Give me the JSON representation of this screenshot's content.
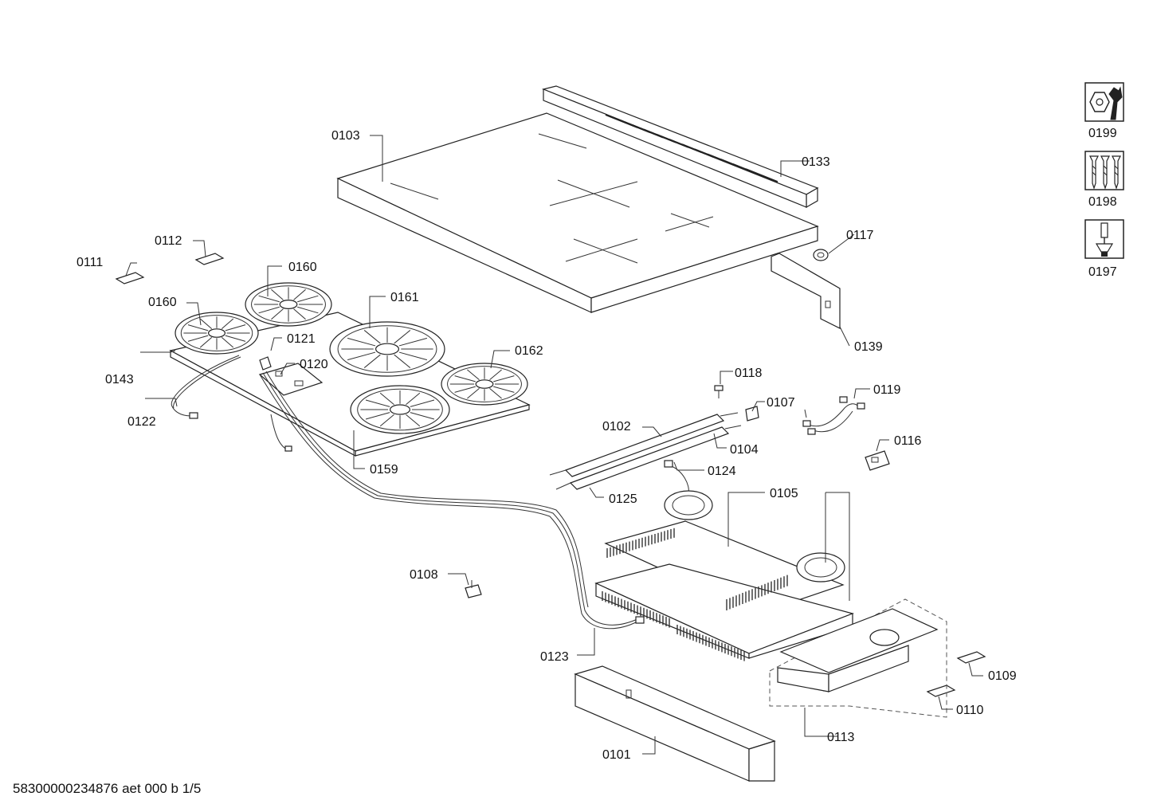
{
  "footer": {
    "doc_id": "58300000234876 aet 000 b 1/5"
  },
  "callouts": {
    "c0101": "0101",
    "c0102": "0102",
    "c0103": "0103",
    "c0104": "0104",
    "c0105": "0105",
    "c0107": "0107",
    "c0108": "0108",
    "c0109": "0109",
    "c0110": "0110",
    "c0111": "0111",
    "c0112": "0112",
    "c0113": "0113",
    "c0116": "0116",
    "c0117": "0117",
    "c0118": "0118",
    "c0119": "0119",
    "c0120": "0120",
    "c0121": "0121",
    "c0122": "0122",
    "c0123": "0123",
    "c0124": "0124",
    "c0125": "0125",
    "c0133": "0133",
    "c0139": "0139",
    "c0143": "0143",
    "c0159": "0159",
    "c0160a": "0160",
    "c0160b": "0160",
    "c0161": "0161",
    "c0162": "0162"
  },
  "legend": [
    {
      "label": "0199",
      "icon": "nut-wrench-icon"
    },
    {
      "label": "0198",
      "icon": "screws-icon"
    },
    {
      "label": "0197",
      "icon": "screwdriver-icon"
    }
  ]
}
